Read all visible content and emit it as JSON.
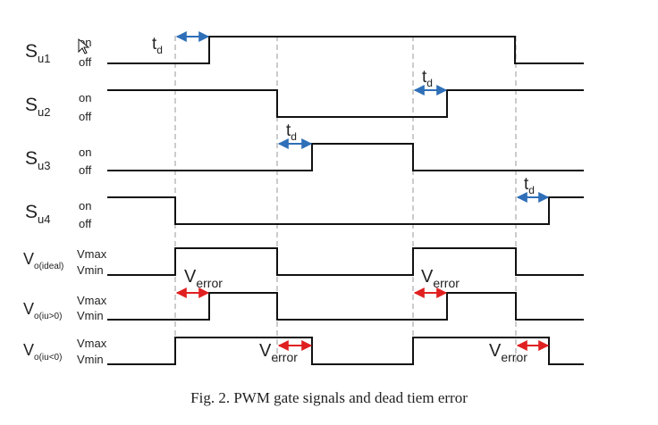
{
  "signals": [
    {
      "name": "S",
      "sub": "u1",
      "high": "on",
      "low": "off"
    },
    {
      "name": "S",
      "sub": "u2",
      "high": "on",
      "low": "off"
    },
    {
      "name": "S",
      "sub": "u3",
      "high": "on",
      "low": "off"
    },
    {
      "name": "S",
      "sub": "u4",
      "high": "on",
      "low": "off"
    },
    {
      "name": "V",
      "sub": "o(ideal)",
      "high": "Vmax",
      "low": "Vmin"
    },
    {
      "name": "V",
      "sub": "o(iu>0)",
      "high": "Vmax",
      "low": "Vmin"
    },
    {
      "name": "V",
      "sub": "o(iu<0)",
      "high": "Vmax",
      "low": "Vmin"
    }
  ],
  "td_label": {
    "main": "t",
    "sub": "d"
  },
  "error_label": {
    "main": "V",
    "sub": "error"
  },
  "colors": {
    "td_arrow": "#2e6fb8",
    "error_arrow": "#e02020"
  },
  "caption": "Fig. 2.  PWM gate signals and dead tiem error"
}
